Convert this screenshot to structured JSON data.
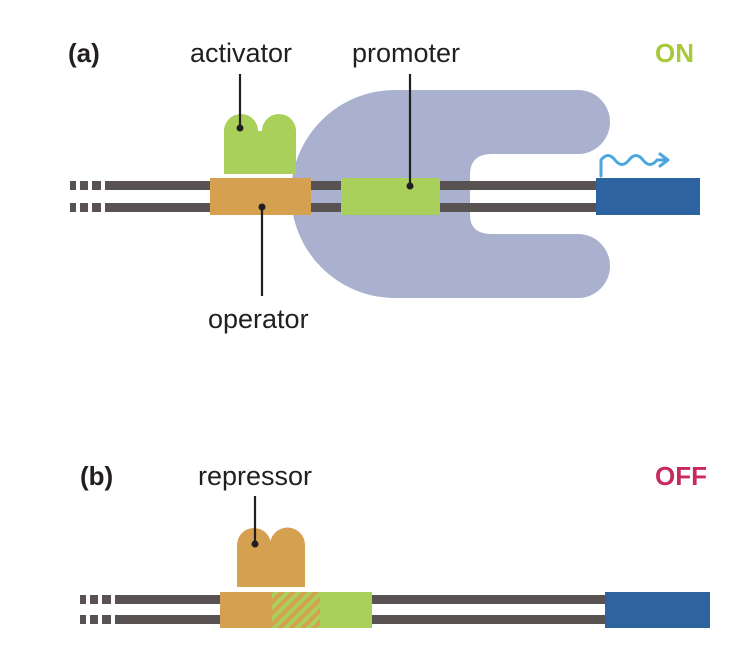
{
  "panel_a": {
    "tag": "(a)",
    "state": "ON",
    "state_color": "#a8c93a",
    "labels": {
      "activator": "activator",
      "promoter": "promoter",
      "operator": "operator"
    }
  },
  "panel_b": {
    "tag": "(b)",
    "state": "OFF",
    "state_color": "#c8295e",
    "labels": {
      "repressor": "repressor"
    }
  },
  "colors": {
    "dna": "#595252",
    "operator": "#d5a04f",
    "activator": "#a8d05a",
    "promoter": "#a8d05a",
    "polymerase": "#a9b1cf",
    "gene": "#2d64a0",
    "mrna": "#4aa6dc",
    "repressor": "#d5a04f",
    "leader": "#231f20"
  },
  "icons": {
    "mrna": "mrna-squiggle-arrow-icon",
    "dna_break": "dna-break-dashes-icon"
  }
}
